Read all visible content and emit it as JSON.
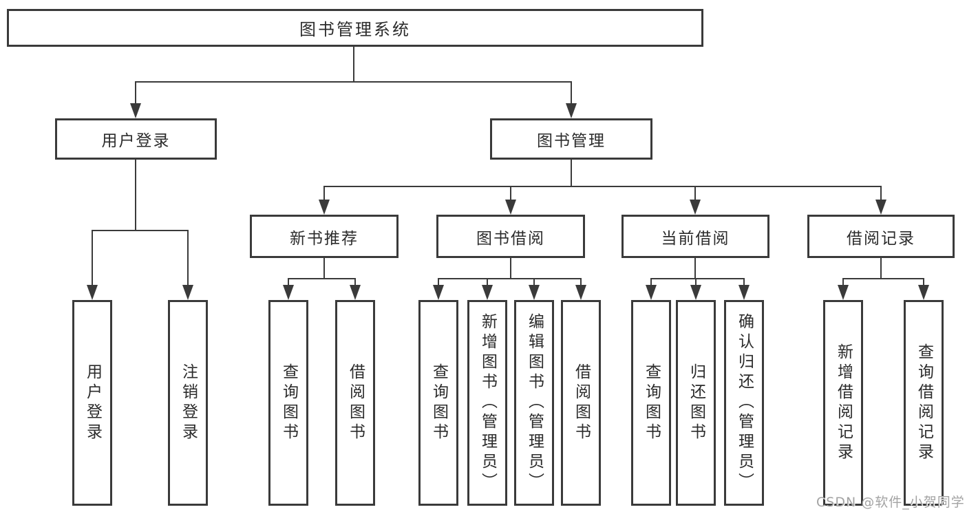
{
  "diagram": {
    "root": "图书管理系统",
    "branches": {
      "user_login": {
        "label": "用户登录",
        "children": [
          "用户登录",
          "注销登录"
        ]
      },
      "book_mgmt": {
        "label": "图书管理",
        "sections": {
          "new_book": {
            "label": "新书推荐",
            "children": [
              "查询图书",
              "借阅图书"
            ]
          },
          "book_borrow": {
            "label": "图书借阅",
            "children": [
              "查询图书",
              "新增图书（管理员）",
              "编辑图书（管理员）",
              "借阅图书"
            ]
          },
          "current_borrow": {
            "label": "当前借阅",
            "children": [
              "查询图书",
              "归还图书",
              "确认归还（管理员）"
            ]
          },
          "borrow_record": {
            "label": "借阅记录",
            "children": [
              "新增借阅记录",
              "查询借阅记录"
            ]
          }
        }
      }
    }
  },
  "watermark": "CSDN @软件_小贺同学",
  "colors": {
    "line": "#3a3a3a",
    "text": "#2b2b2b",
    "background": "#ffffff",
    "watermark": "#a3a3a3"
  }
}
